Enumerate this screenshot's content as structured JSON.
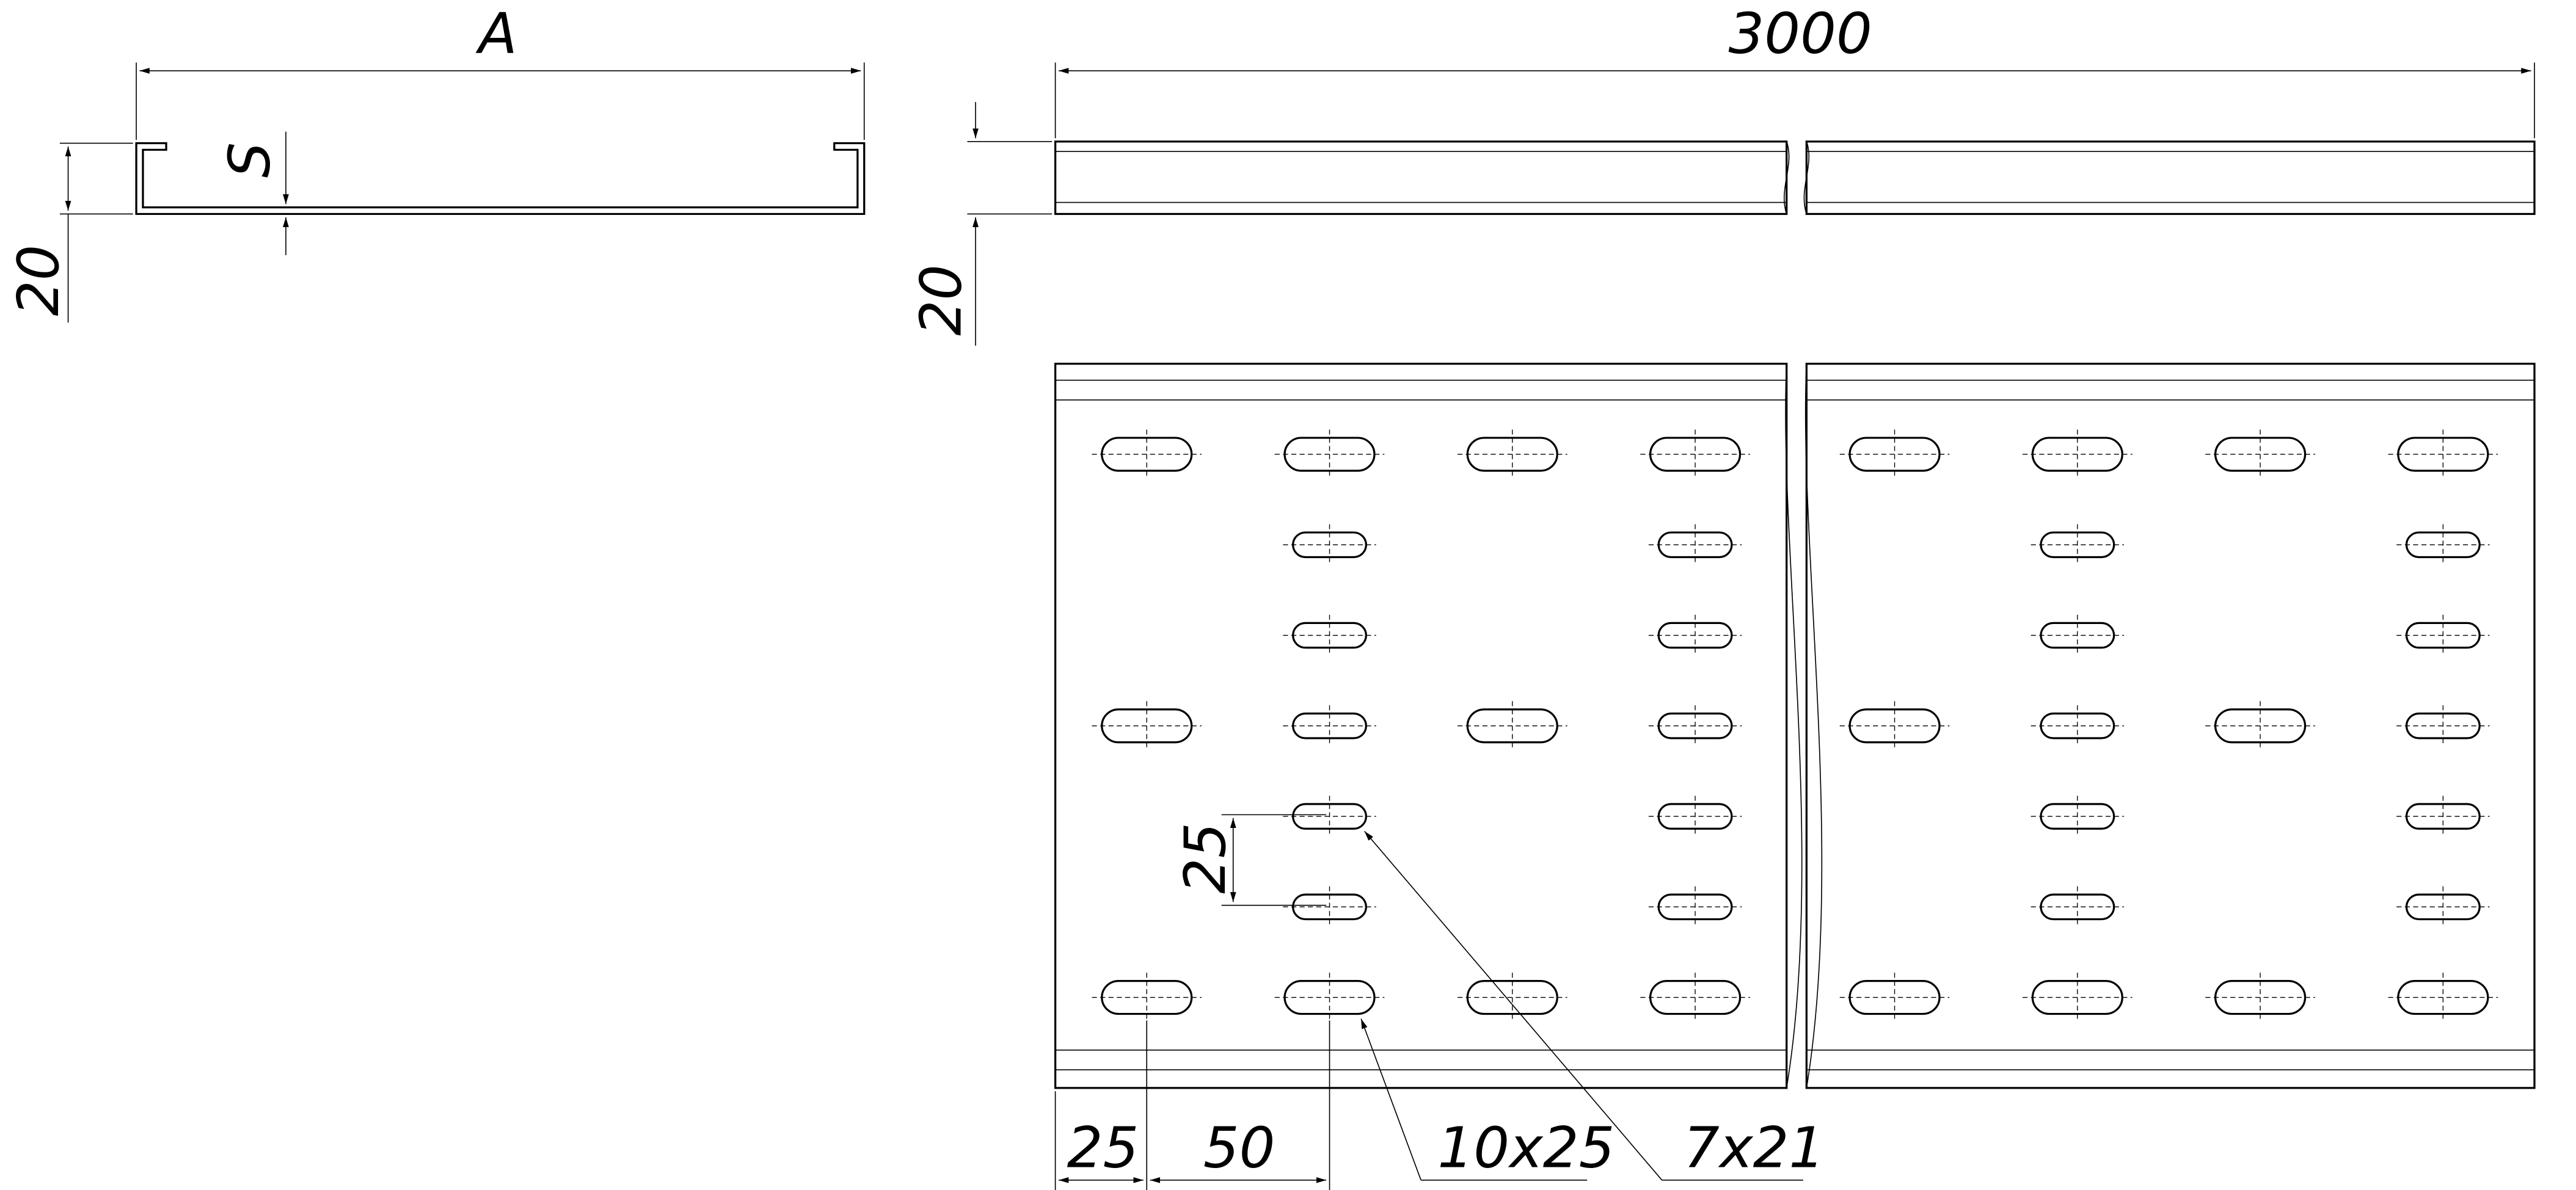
{
  "dimensions": {
    "side_width_label": "A",
    "side_height_label": "20",
    "side_thickness_label": "S",
    "top_length_label": "3000",
    "top_height_label": "20",
    "hole_spacing_label": "25",
    "edge_offset_label": "25",
    "pitch_label": "50",
    "large_slot_label": "10x25",
    "small_slot_label": "7x21"
  }
}
